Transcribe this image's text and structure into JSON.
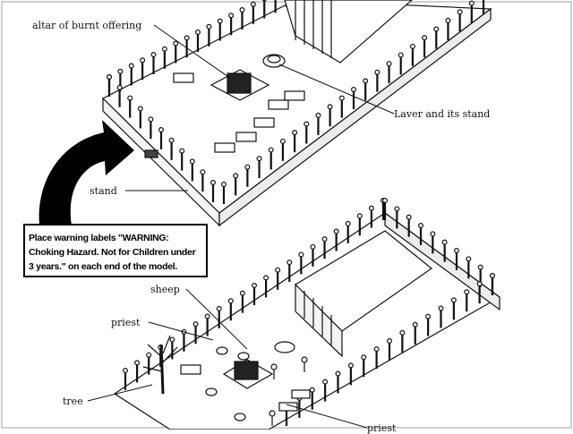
{
  "labels": {
    "altar": "altar of burnt offering",
    "laver": "Laver and its stand",
    "stand": "stand",
    "sheep": "sheep",
    "priest_left": "priest",
    "tree": "tree",
    "priest_bottom": "priest"
  },
  "warning": {
    "text": "Place warning labels \"WARNING:  Choking Hazard.  Not for Children under 3 years.\" on each end of the model."
  },
  "colors": {
    "ink": "#111111",
    "paper": "#ffffff",
    "arrow": "#000000"
  }
}
